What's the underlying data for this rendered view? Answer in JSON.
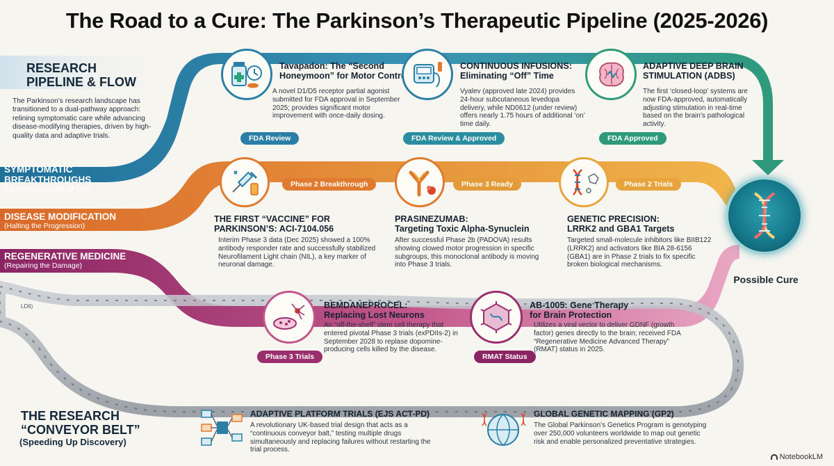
{
  "title": "The Road to a Cure: The Parkinson’s Therapeutic Pipeline (2025-2026)",
  "intro": {
    "heading_line1": "Research",
    "heading_line2": "Pipeline & Flow",
    "body": "The Parkinson’s research landscape has transitioned to a dual-pathway approach: relining symptomatic care while advancing disease-modifying therapies, driven by high-quality data and adaptive trials."
  },
  "tracks": {
    "symptomatic": {
      "label_line1": "Symptomatic",
      "label_line2": "Breakthroughs",
      "sub": "(Optimizing Quality of Life)",
      "color": "#2b7fa6"
    },
    "modification": {
      "label": "Disease Modification",
      "sub": "(Halting the Progression)",
      "color": "#e07a2e"
    },
    "regenerative": {
      "label": "Regenerative Medicine",
      "sub": "(Repairing the Damage)",
      "color": "#9b2f6e"
    }
  },
  "cards": {
    "tavapadon": {
      "title_line1": "Tavapadon: The “Second",
      "title_line2": "Honeymoon” for Motor Control",
      "body": "A novel D1/D5 receptor partial agonist submitted for FDA approval in September 2025; provides significant motor improvement with once-daily dosing.",
      "status": "FDA Review",
      "icon": "medicine-bottle-clock-icon"
    },
    "infusions": {
      "title_line1": "Continuous Infusions:",
      "title_line2": "Eliminating “Off” Time",
      "body": "Vyalev (approved late 2024) provides 24-hour subcutaneous levedopa delivery, while ND0612 (under review) offers nearly 1.75 hours of additional ‘on’ time daily.",
      "status": "FDA Review & Approved",
      "icon": "infusion-pump-icon"
    },
    "adbs": {
      "title_line1": "Adaptive Deep Brain",
      "title_line2": "Stimulation (aDBS)",
      "body": "The first ‘closed-loop’ systems are now FDA-approved, automatically adjusting stimulation in real-time based on the brain’s pathological activity.",
      "status": "FDA Approved",
      "icon": "brain-icon"
    },
    "vaccine": {
      "title_line1": "The First “Vaccine” for",
      "title_line2": "Parkinson’s: ACI-7104.056",
      "body": "Interim Phase 3 data (Dec 2025) showed a 100% antibody responder rate and successfully stabilized Neurofilament Light chain (NIL), a key marker of neuronal damage.",
      "status": "Phase 2 Breakthrough",
      "icon": "syringe-vial-icon"
    },
    "prasinezumab": {
      "title_line1": "Prasinezumab:",
      "title_line2": "Targeting Toxic Alpha-Synuclein",
      "body": "After successful Phase 2b (PADOVA) results showing clowed motor progression in specific subgroups, this monoclonal antibody is moving into Phase 3 trials.",
      "status": "Phase 3 Ready",
      "icon": "antibody-icon"
    },
    "genetic": {
      "title_line1": "Genetic Precision:",
      "title_line2": "LRRK2 and GBA1 Targets",
      "body": "Targeted small-molecule inhibitors like BIIB122 (LRRK2) and activators like BIA 28-6156 (GBA1) are in Phase 2 trials to fix specific broken biological mechanisms.",
      "status": "Phase 2 Trials",
      "icon": "dna-molecule-icon"
    },
    "bemdaneprocel": {
      "title_line1": "Bemdaneprocel:",
      "title_line2": "Replacing Lost Neurons",
      "body": "An “off-the-shelf” stem cell therapy that entered pivotal Phase 3 trials (exPDIIs-2) in September 2028 to replase dopomine-producing cells killed by the disease.",
      "status": "Phase 3 Trials",
      "icon": "petri-dish-neuron-icon"
    },
    "ab1005": {
      "title_line1": "AB-1005: Gene Therapy",
      "title_line2": "for Brain Protection",
      "body": "Utilizes a viral vector to deliver GDNF (growth factor) genes directly to the brain; received FDA “Regenerative Medicine Advanced Therapy” (RMAT) status in 2025.",
      "status": "RMAT Status",
      "icon": "viral-vector-icon"
    }
  },
  "cure": {
    "label": "Possible Cure",
    "icon": "dna-helix-icon"
  },
  "conveyor": {
    "heading_line1": "The Research",
    "heading_line2": "“Conveyor Belt”",
    "sub": "(Speeding Up Discovery)",
    "belt_tag": "LD6)"
  },
  "platform": {
    "title": "Adaptive Platform Trials (EJS ACT-PD)",
    "body": "A revolutionary UK-based trial design that acts as a “continuous conveyor balt,” testing multiple drugs simultaneously and replacing failures without restarting the trial process.",
    "icon": "network-flow-icon"
  },
  "gp2": {
    "title": "Global Genetic Mapping (GP2)",
    "body": "The Global Parkinson’s Genetics Program is genotyping over 250,000 volunteers worldwide to map out genetic risk and enable personalized preventative strategies.",
    "icon": "globe-dna-icon"
  },
  "brand": "NotebookLM"
}
